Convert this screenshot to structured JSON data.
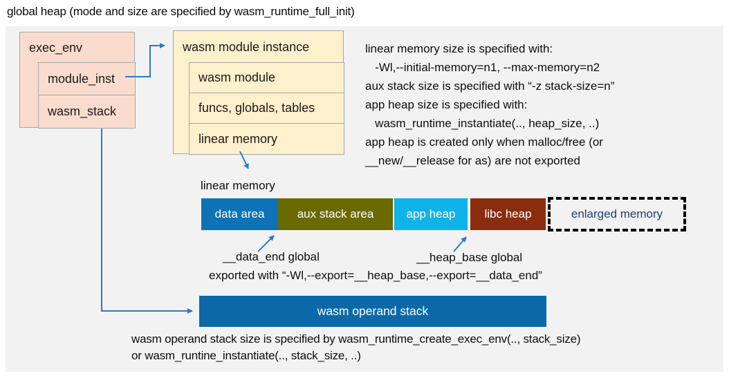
{
  "title": "global heap (mode and size are specified by wasm_runtime_full_init)",
  "exec_env": {
    "header": "exec_env",
    "fields": [
      "module_inst",
      "wasm_stack"
    ]
  },
  "module_instance": {
    "header": "wasm module instance",
    "fields": [
      "wasm module",
      "funcs, globals, tables",
      "linear memory"
    ]
  },
  "notes_right": [
    "linear memory size is specified with:",
    "   -Wl,--initial-memory=n1, --max-memory=n2",
    "aux stack size is specified with “-z stack-size=n”",
    "app heap size is specified with:",
    "   wasm_runtime_instantiate(.., heap_size, ..)",
    "app heap is created only when malloc/free (or",
    "__new/__release for as) are not exported"
  ],
  "linear_memory": {
    "label": "linear memory",
    "segments": [
      {
        "label": "data area",
        "color": "#0e72b6"
      },
      {
        "label": "aux stack area",
        "color": "#6a6a00"
      },
      {
        "label": "app heap",
        "color": "#10b3e8"
      },
      {
        "label": "libc heap",
        "color": "#8a2c0e"
      },
      {
        "label": "enlarged memory",
        "color": "#f2f2f2"
      }
    ]
  },
  "annotations": {
    "data_end": "__data_end global",
    "heap_base": "__heap_base global",
    "exported": "exported with “-Wl,--export=__heap_base,--export=__data_end”"
  },
  "operand_stack": {
    "label": "wasm operand stack",
    "color": "#0d68a8"
  },
  "notes_bottom": [
    "wasm operand stack size is specified by wasm_runtime_create_exec_env(.., stack_size)",
    "or wasm_runtine_instantiate(.., stack_size, ..)"
  ],
  "colors": {
    "panel_bg": "#f2f2f2",
    "exec_env_fill": "#fadcce",
    "module_instance_fill": "#fdf0cc",
    "box_border": "#a6a6a6",
    "arrow_blue": "#2e79c7",
    "enlarged_text": "#1c3f6e"
  }
}
